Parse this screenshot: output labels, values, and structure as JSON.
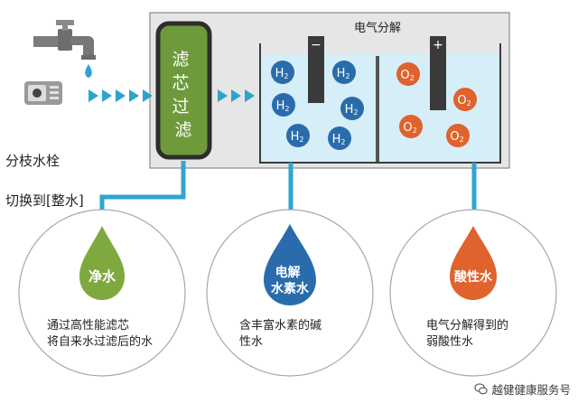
{
  "side_note": {
    "line1": "分枝水栓",
    "line2": "切换到[整水]"
  },
  "electrolysis_title": "电气分解",
  "filter_label": "滤芯过滤",
  "cathode_sign": "−",
  "anode_sign": "+",
  "molecules": {
    "h2_text": "H",
    "h2_sub": "2",
    "o2_text": "O",
    "o2_sub": "2"
  },
  "drops": {
    "pure": {
      "label": "净水",
      "color": "#7fa83e"
    },
    "hydrogen": {
      "label_line1": "电解",
      "label_line2": "水素水",
      "color": "#2a6cab"
    },
    "acidic": {
      "label": "酸性水",
      "color": "#e0622c"
    }
  },
  "captions": {
    "pure": "通过高性能滤芯\n将自来水过滤后的水",
    "hydrogen": "含丰富水素的碱\n性水",
    "acidic": "电气分解得到的\n弱酸性水"
  },
  "watermark": "越健健康服务号",
  "colors": {
    "pipe": "#2fa6cf",
    "arrow": "#2ea3cf",
    "tank_water": "#d5eef8",
    "filter": "#6e9a3b"
  }
}
